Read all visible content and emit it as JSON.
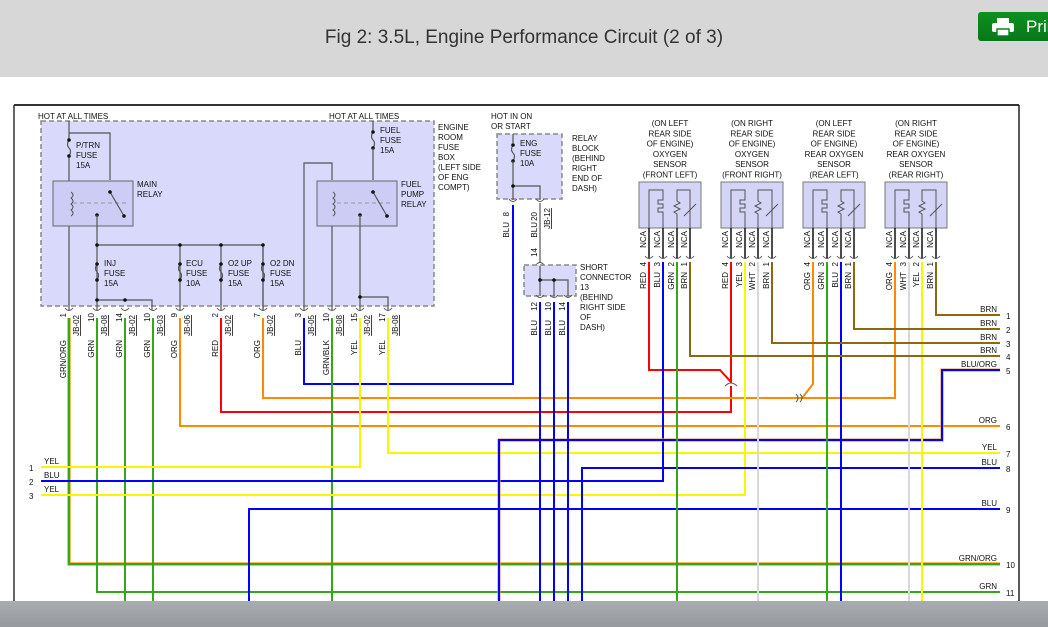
{
  "header": {
    "title": "Fig 2: 3.5L, Engine Performance Circuit (2 of 3)",
    "print_label": "Print",
    "print_icon": "printer-icon"
  },
  "fusebox": {
    "hot_left": "HOT AT ALL TIMES",
    "hot_right": "HOT AT ALL TIMES",
    "label": [
      "ENGINE",
      "ROOM",
      "FUSE",
      "BOX",
      "(LEFT SIDE",
      "OF ENG",
      "COMPT)"
    ],
    "main_relay": [
      "MAIN",
      "RELAY"
    ],
    "fuel_pump_relay": [
      "FUEL",
      "PUMP",
      "RELAY"
    ],
    "fuses": [
      {
        "lines": [
          "P/TRN",
          "FUSE",
          "15A"
        ]
      },
      {
        "lines": [
          "FUEL",
          "FUSE",
          "15A"
        ]
      },
      {
        "lines": [
          "INJ",
          "FUSE",
          "15A"
        ]
      },
      {
        "lines": [
          "ECU",
          "FUSE",
          "10A"
        ]
      },
      {
        "lines": [
          "O2 UP",
          "FUSE",
          "15A"
        ]
      },
      {
        "lines": [
          "O2 DN",
          "FUSE",
          "15A"
        ]
      }
    ],
    "pins": [
      {
        "num": "1",
        "color": "GRN/ORG",
        "jb": "JB-02"
      },
      {
        "num": "10",
        "color": "GRN",
        "jb": "JB-08"
      },
      {
        "num": "14",
        "color": "GRN",
        "jb": "JB-02"
      },
      {
        "num": "10",
        "color": "GRN",
        "jb": "JB-03"
      },
      {
        "num": "9",
        "color": "ORG",
        "jb": "JB-06"
      },
      {
        "num": "2",
        "color": "RED",
        "jb": "JB-02"
      },
      {
        "num": "7",
        "color": "ORG",
        "jb": "JB-02"
      },
      {
        "num": "3",
        "color": "BLU",
        "jb": "JB-05"
      },
      {
        "num": "10",
        "color": "GRN/BLK",
        "jb": "JB-08"
      },
      {
        "num": "15",
        "color": "YEL",
        "jb": "JB-02"
      },
      {
        "num": "17",
        "color": "YEL",
        "jb": "JB-08"
      }
    ]
  },
  "relay_block": {
    "hot": [
      "HOT IN ON",
      "OR START"
    ],
    "fuse": [
      "ENG",
      "FUSE",
      "10A"
    ],
    "label": [
      "RELAY",
      "BLOCK",
      "(BEHIND",
      "RIGHT",
      "END OF",
      "DASH)"
    ],
    "pins": [
      {
        "num": "8",
        "color": "BLU"
      },
      {
        "num": "20",
        "color": "BLU",
        "jb": "JB-12"
      }
    ],
    "pin_in": {
      "num": "14"
    }
  },
  "short_connector": {
    "label": [
      "SHORT",
      "CONNECTOR",
      "13",
      "(BEHIND",
      "RIGHT SIDE",
      "OF",
      "DASH)"
    ],
    "pins": [
      {
        "num": "12",
        "color": "BLU"
      },
      {
        "num": "10",
        "color": "BLU"
      },
      {
        "num": "14",
        "color": "BLU"
      }
    ]
  },
  "sensors": [
    {
      "lines": [
        "(ON LEFT",
        "REAR SIDE",
        "OF ENGINE)",
        "OXYGEN",
        "SENSOR",
        "(FRONT LEFT)"
      ],
      "pins": [
        {
          "nca": "NCA",
          "num": "4",
          "color": "RED"
        },
        {
          "nca": "NCA",
          "num": "3",
          "color": "BLU"
        },
        {
          "nca": "NCA",
          "num": "2",
          "color": "GRN"
        },
        {
          "nca": "NCA",
          "num": "1",
          "color": "BRN"
        }
      ]
    },
    {
      "lines": [
        "(ON RIGHT",
        "REAR SIDE",
        "OF ENGINE)",
        "OXYGEN",
        "SENSOR",
        "(FRONT RIGHT)"
      ],
      "pins": [
        {
          "nca": "NCA",
          "num": "4",
          "color": "RED"
        },
        {
          "nca": "NCA",
          "num": "3",
          "color": "YEL"
        },
        {
          "nca": "NCA",
          "num": "2",
          "color": "WHT"
        },
        {
          "nca": "NCA",
          "num": "1",
          "color": "BRN"
        }
      ]
    },
    {
      "lines": [
        "(ON LEFT",
        "REAR SIDE",
        "OF ENGINE)",
        "REAR OXYGEN",
        "SENSOR",
        "(REAR LEFT)"
      ],
      "pins": [
        {
          "nca": "NCA",
          "num": "4",
          "color": "ORG"
        },
        {
          "nca": "NCA",
          "num": "3",
          "color": "GRN"
        },
        {
          "nca": "NCA",
          "num": "2",
          "color": "BLU"
        },
        {
          "nca": "NCA",
          "num": "1",
          "color": "BRN"
        }
      ]
    },
    {
      "lines": [
        "(ON RIGHT",
        "REAR SIDE",
        "OF ENGINE)",
        "REAR OXYGEN",
        "SENSOR",
        "(REAR RIGHT)"
      ],
      "pins": [
        {
          "nca": "NCA",
          "num": "4",
          "color": "ORG"
        },
        {
          "nca": "NCA",
          "num": "3",
          "color": "WHT"
        },
        {
          "nca": "NCA",
          "num": "2",
          "color": "YEL"
        },
        {
          "nca": "NCA",
          "num": "1",
          "color": "BRN"
        }
      ]
    }
  ],
  "left_rows": [
    {
      "num": "1",
      "color": "YEL"
    },
    {
      "num": "2",
      "color": "BLU"
    },
    {
      "num": "3",
      "color": "YEL"
    }
  ],
  "right_rows": [
    {
      "num": "1",
      "color": "BRN"
    },
    {
      "num": "2",
      "color": "BRN"
    },
    {
      "num": "3",
      "color": "BRN"
    },
    {
      "num": "4",
      "color": "BRN"
    },
    {
      "num": "5",
      "color": "BLU/ORG"
    },
    {
      "num": "6",
      "color": "ORG"
    },
    {
      "num": "7",
      "color": "YEL"
    },
    {
      "num": "8",
      "color": "BLU"
    },
    {
      "num": "9",
      "color": "BLU"
    },
    {
      "num": "10",
      "color": "GRN/ORG"
    },
    {
      "num": "11",
      "color": "GRN"
    }
  ],
  "wire_colors": {
    "GRN": "#33a81a",
    "ORG": "#ff8a00",
    "RED": "#ff0000",
    "BLU": "#0000ff",
    "YEL": "#f7f700",
    "BRN": "#8a6a10",
    "WHT": "#d8d8d8",
    "BLK": "#222222"
  },
  "fill_colors": {
    "box": "#d9d9fb",
    "print_button": "#0a8a1c",
    "header": "#d7d7d7"
  }
}
